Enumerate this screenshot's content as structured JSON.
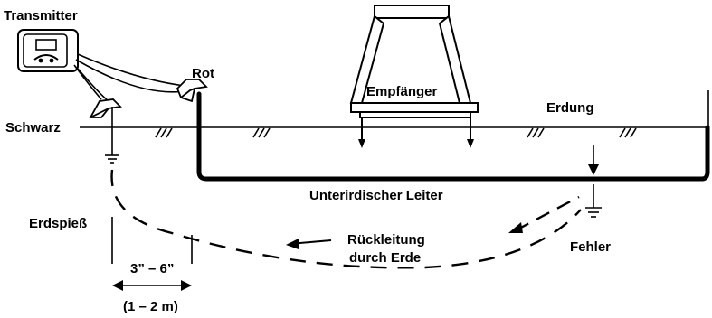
{
  "labels": {
    "transmitter": "Transmitter",
    "rot": "Rot",
    "schwarz": "Schwarz",
    "empfaenger": "Empfänger",
    "erdung": "Erdung",
    "erdspiess": "Erdspieß",
    "unterirdischer_leiter": "Unterirdischer Leiter",
    "rueckleitung_line1": "Rückleitung",
    "rueckleitung_line2": "durch Erde",
    "fehler": "Fehler",
    "distance_in": "3” – 6”",
    "distance_m": "(1 – 2 m)"
  }
}
